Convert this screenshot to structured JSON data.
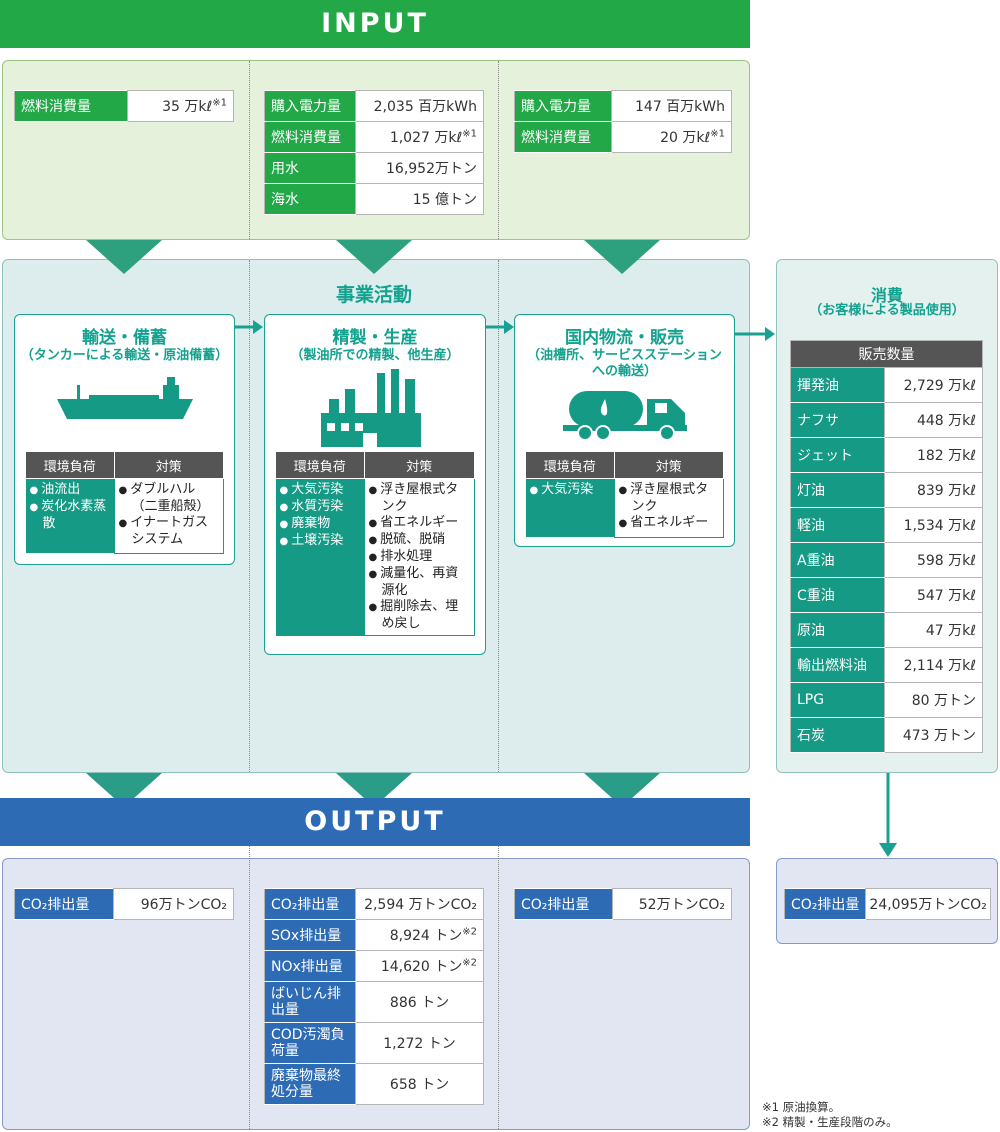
{
  "input_label": "INPUT",
  "output_label": "OUTPUT",
  "input": {
    "col1": [
      {
        "label": "燃料消費量",
        "value": "35 万kℓ",
        "note": "※1"
      }
    ],
    "col2": [
      {
        "label": "購入電力量",
        "value": "2,035 百万kWh",
        "note": ""
      },
      {
        "label": "燃料消費量",
        "value": "1,027 万kℓ",
        "note": "※1"
      },
      {
        "label": "用水",
        "value": "16,952万トン",
        "note": ""
      },
      {
        "label": "海水",
        "value": "15 億トン",
        "note": ""
      }
    ],
    "col3": [
      {
        "label": "購入電力量",
        "value": "147 百万kWh",
        "note": ""
      },
      {
        "label": "燃料消費量",
        "value": "20 万kℓ",
        "note": "※1"
      }
    ]
  },
  "business": {
    "title": "事業活動",
    "transport": {
      "title": "輸送・備蓄",
      "subtitle": "（タンカーによる輸送・原油備蓄）",
      "header_load": "環境負荷",
      "header_measure": "対策",
      "loads": [
        "油流出",
        "炭化水素蒸散"
      ],
      "measures": [
        "ダブルハル（二重船殻）",
        "イナートガスシステム"
      ],
      "icon": "tanker-ship-icon"
    },
    "refining": {
      "title": "精製・生産",
      "subtitle": "（製油所での精製、他生産）",
      "header_load": "環境負荷",
      "header_measure": "対策",
      "loads": [
        "大気汚染",
        "水質汚染",
        "廃棄物",
        "土壌汚染"
      ],
      "measures": [
        "浮き屋根式タンク",
        "省エネルギー",
        "脱硫、脱硝",
        "排水処理",
        "減量化、再資源化",
        "掘削除去、埋め戻し"
      ],
      "icon": "refinery-icon"
    },
    "distribution": {
      "title": "国内物流・販売",
      "subtitle": "（油槽所、サービスステーションへの輸送）",
      "header_load": "環境負荷",
      "header_measure": "対策",
      "loads": [
        "大気汚染"
      ],
      "measures": [
        "浮き屋根式タンク",
        "省エネルギー"
      ],
      "icon": "tank-truck-icon"
    }
  },
  "consumption": {
    "title": "消費",
    "subtitle": "（お客様による製品使用）",
    "sales_header": "販売数量",
    "sales": [
      {
        "label": "揮発油",
        "value": "2,729 万kℓ"
      },
      {
        "label": "ナフサ",
        "value": "448 万kℓ"
      },
      {
        "label": "ジェット",
        "value": "182 万kℓ"
      },
      {
        "label": "灯油",
        "value": "839 万kℓ"
      },
      {
        "label": "軽油",
        "value": "1,534 万kℓ"
      },
      {
        "label": "A重油",
        "value": "598 万kℓ"
      },
      {
        "label": "C重油",
        "value": "547 万kℓ"
      },
      {
        "label": "原油",
        "value": "47 万kℓ"
      },
      {
        "label": "輸出燃料油",
        "value": "2,114 万kℓ"
      },
      {
        "label": "LPG",
        "value": "80 万トン"
      },
      {
        "label": "石炭",
        "value": "473 万トン"
      }
    ]
  },
  "output": {
    "col1": [
      {
        "label": "CO₂排出量",
        "value": "96万トンCO₂",
        "note": ""
      }
    ],
    "col2": [
      {
        "label": "CO₂排出量",
        "value": "2,594 万トンCO₂",
        "note": ""
      },
      {
        "label": "SOx排出量",
        "value": "8,924 トン",
        "note": "※2"
      },
      {
        "label": "NOx排出量",
        "value": "14,620 トン",
        "note": "※2"
      },
      {
        "label": "ばいじん排出量",
        "value": "886 トン",
        "note": ""
      },
      {
        "label": "COD汚濁負荷量",
        "value": "1,272 トン",
        "note": ""
      },
      {
        "label": "廃棄物最終処分量",
        "value": "658 トン",
        "note": ""
      }
    ],
    "col3": [
      {
        "label": "CO₂排出量",
        "value": "52万トンCO₂",
        "note": ""
      }
    ],
    "consumption": [
      {
        "label": "CO₂排出量",
        "value": "24,095万トンCO₂",
        "note": ""
      }
    ]
  },
  "footnotes": [
    "※1 原油換算。",
    "※2 精製・生産段階のみ。"
  ]
}
